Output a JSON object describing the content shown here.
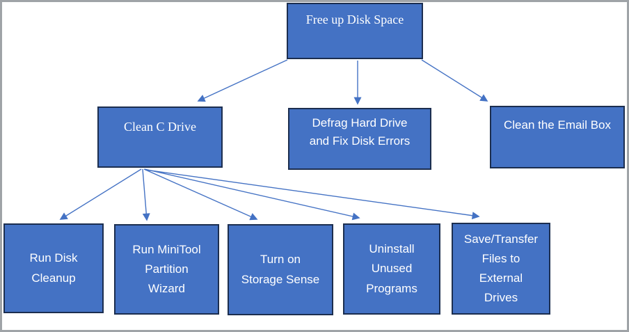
{
  "diagram": {
    "title": "Free up Disk Space flowchart"
  },
  "colors": {
    "box_fill": "#4472C4",
    "box_border": "#1C2E4F",
    "box_text": "#FFFFFF",
    "arrow": "#4472C4",
    "frame_border": "#9FA3A7"
  },
  "nodes": {
    "root": {
      "label": "Free up Disk Space"
    },
    "clean_c_drive": {
      "label": "Clean C Drive"
    },
    "defrag": {
      "label": "Defrag Hard Drive\nand Fix Disk Errors"
    },
    "email": {
      "label": "Clean the Email Box"
    },
    "run_disk_cleanup": {
      "label": "Run Disk\nCleanup"
    },
    "minitool": {
      "label": "Run MiniTool\nPartition\nWizard"
    },
    "storage_sense": {
      "label": "Turn on\nStorage Sense"
    },
    "uninstall": {
      "label": "Uninstall\nUnused\nPrograms"
    },
    "save_transfer": {
      "label": "Save/Transfer\nFiles to\nExternal\nDrives"
    }
  },
  "edges": [
    {
      "from": "root",
      "to": "clean_c_drive"
    },
    {
      "from": "root",
      "to": "defrag"
    },
    {
      "from": "root",
      "to": "email"
    },
    {
      "from": "clean_c_drive",
      "to": "run_disk_cleanup"
    },
    {
      "from": "clean_c_drive",
      "to": "minitool"
    },
    {
      "from": "clean_c_drive",
      "to": "storage_sense"
    },
    {
      "from": "clean_c_drive",
      "to": "uninstall"
    },
    {
      "from": "clean_c_drive",
      "to": "save_transfer"
    }
  ]
}
